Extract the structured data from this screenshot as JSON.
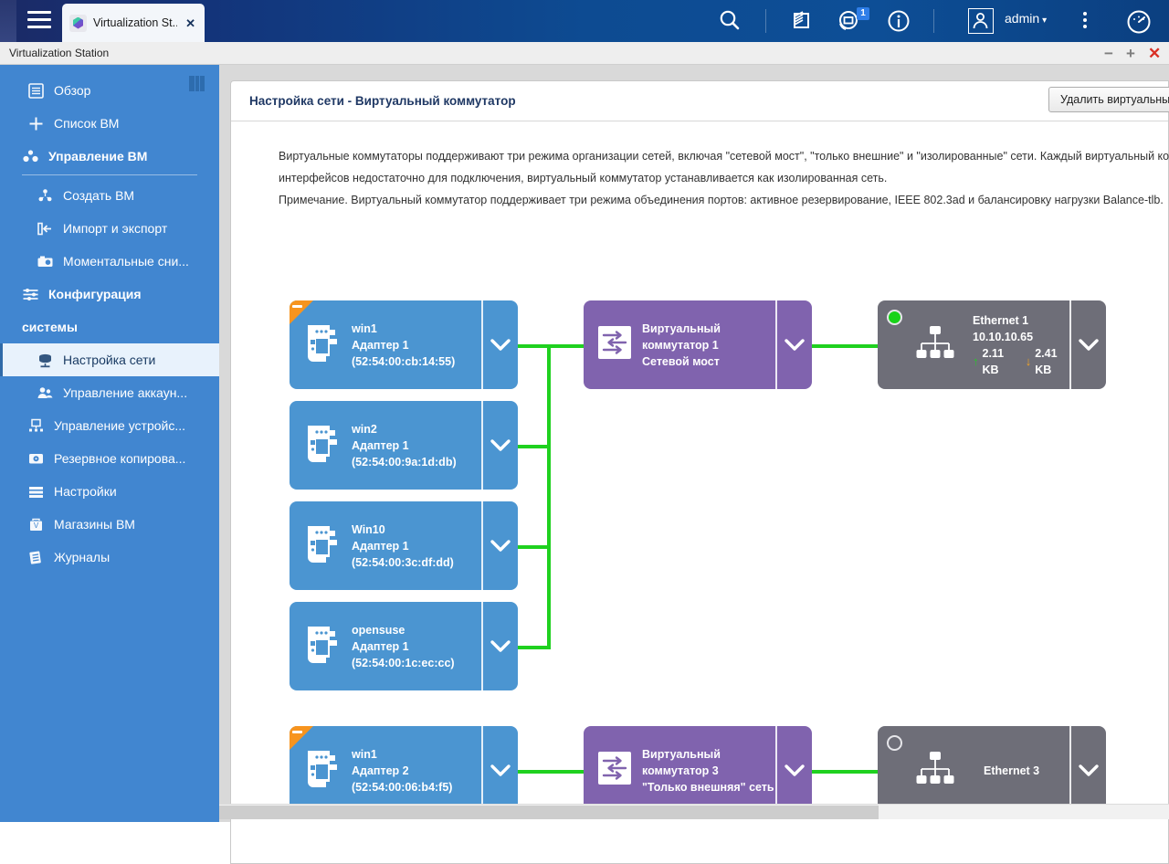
{
  "browser": {
    "hamburger_icon": "hamburger-menu-icon",
    "tab": {
      "title": "Virtualization St...",
      "close_label": "✕",
      "favicon": "virtualization-station-favicon"
    },
    "toolbar": {
      "search_icon": "search-icon",
      "storage_icon": "storage-icon",
      "backup_icon": "backup-sync-icon",
      "backup_badge": "1",
      "info_icon": "info-icon",
      "avatar_icon": "user-avatar-icon",
      "user_label": "admin",
      "user_caret": "▾",
      "more_icon": "more-vertical-icon",
      "dashboard_icon": "dashboard-gauge-icon"
    }
  },
  "window": {
    "title": "Virtualization Station",
    "minimize_label": "−",
    "maximize_label": "+",
    "close_label": "✕"
  },
  "sidebar": {
    "grid_toggle_icon": "grid-layout-icon",
    "items": [
      {
        "label": "Обзор",
        "icon": "overview-icon",
        "type": "item",
        "active": false
      },
      {
        "label": "Список ВМ",
        "icon": "plus-icon",
        "type": "item",
        "active": false
      },
      {
        "label": "Управление ВМ",
        "icon": "vm-group-icon",
        "type": "header",
        "active": false
      },
      {
        "label": "Создать ВМ",
        "icon": "create-vm-icon",
        "type": "sub",
        "active": false
      },
      {
        "label": "Импорт и экспорт",
        "icon": "import-export-icon",
        "type": "sub",
        "active": false
      },
      {
        "label": "Моментальные сни...",
        "icon": "snapshot-camera-icon",
        "type": "sub",
        "active": false
      },
      {
        "label": "Конфигурация",
        "icon": "sliders-icon",
        "type": "header",
        "active": false
      },
      {
        "label": "системы",
        "icon": "",
        "type": "plain-header",
        "active": false
      },
      {
        "label": "Настройка сети",
        "icon": "network-settings-icon",
        "type": "sub",
        "active": true
      },
      {
        "label": "Управление аккаун...",
        "icon": "account-management-icon",
        "type": "sub",
        "active": false
      },
      {
        "label": "Управление устройс...",
        "icon": "device-management-icon",
        "type": "item",
        "active": false
      },
      {
        "label": "Резервное копирова...",
        "icon": "backup-disk-icon",
        "type": "item",
        "active": false
      },
      {
        "label": "Настройки",
        "icon": "settings-list-icon",
        "type": "item",
        "active": false
      },
      {
        "label": "Магазины ВМ",
        "icon": "vm-store-icon",
        "type": "item",
        "active": false
      },
      {
        "label": "Журналы",
        "icon": "logs-icon",
        "type": "item",
        "active": false
      }
    ]
  },
  "main": {
    "title": "Настройка сети - Виртуальный коммутатор",
    "delete_switch_button": "Удалить виртуальный коммутатор",
    "description": {
      "line1": "Виртуальные коммутаторы поддерживают три режима организации сетей, включая \"сетевой мост\", \"только внешние\" и \"изолированные\" сети. Каждый виртуальный коммутатор",
      "line2": "интерфейсов недостаточно для подключения, виртуальный коммутатор устанавливается как изолированная сеть.",
      "line3": "Примечание. Виртуальный коммутатор поддерживает три режима объединения портов: активное резервирование, IEEE 802.3ad и балансировку нагрузки Balance-tlb."
    }
  },
  "diagram": {
    "vms": [
      {
        "name": "win1",
        "adapter": "Адаптер 1",
        "mac": "(52:54:00:cb:14:55)",
        "flag": true,
        "icon": "vm-server-icon"
      },
      {
        "name": "win2",
        "adapter": "Адаптер 1",
        "mac": "(52:54:00:9a:1d:db)",
        "flag": false,
        "icon": "vm-server-icon"
      },
      {
        "name": "Win10",
        "adapter": "Адаптер 1",
        "mac": "(52:54:00:3c:df:dd)",
        "flag": false,
        "icon": "vm-server-icon"
      },
      {
        "name": "opensuse",
        "adapter": "Адаптер 1",
        "mac": "(52:54:00:1c:ec:cc)",
        "flag": false,
        "icon": "vm-server-icon"
      }
    ],
    "vm_bottom": {
      "name": "win1",
      "adapter": "Адаптер 2",
      "mac": "(52:54:00:06:b4:f5)",
      "flag": true,
      "icon": "vm-server-icon"
    },
    "switch_top": {
      "line1": "Виртуальный",
      "line2": "коммутатор 1",
      "line3": "Сетевой мост",
      "icon": "virtual-switch-icon"
    },
    "switch_bottom": {
      "line1": "Виртуальный",
      "line2": "коммутатор 3",
      "line3": "\"Только внешняя\" сеть",
      "icon": "virtual-switch-icon"
    },
    "eth_top": {
      "name": "Ethernet 1",
      "ip": "10.10.10.65",
      "upload": "2.11 KB",
      "download": "2.41 KB",
      "upload_arrow": "↑",
      "download_arrow": "↓",
      "status": "on",
      "icon": "network-tree-icon"
    },
    "eth_bottom": {
      "name": "Ethernet 3",
      "ip": "",
      "upload": "",
      "download": "",
      "status": "off",
      "icon": "network-tree-icon"
    },
    "chevron_icon": "chevron-down-icon",
    "link_color": "#1fd11f"
  },
  "scrollbar": {
    "orientation": "horizontal"
  },
  "colors": {
    "sidebar": "#4186d0",
    "vm_card": "#4b95d1",
    "switch_card": "#8063ae",
    "eth_card": "#6e6e78",
    "link": "#1fd11f",
    "flag": "#f7941e",
    "title": "#1f3864"
  }
}
